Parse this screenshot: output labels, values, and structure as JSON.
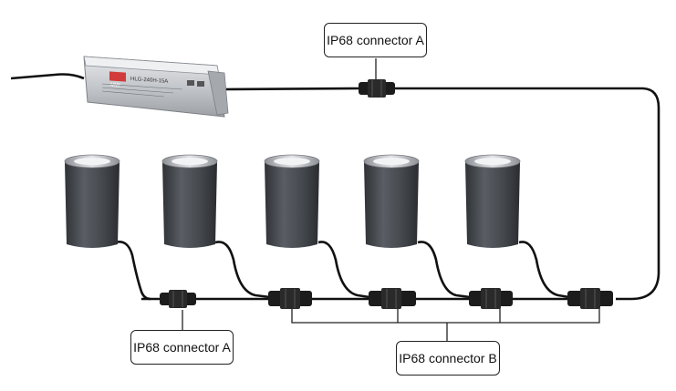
{
  "labels": {
    "connector_a_top": "IP68 connector A",
    "connector_a_bottom": "IP68 connector A",
    "connector_b": "IP68 connector B"
  },
  "driver": {
    "brand_badge": "MW",
    "model_text": "HLG-240H-15A",
    "colors": {
      "body": "#c9ccd0",
      "badge": "#d23b3b"
    }
  },
  "lights": {
    "count": 5,
    "colors": {
      "body": "#4a4e54",
      "rim": "#b9bcc0"
    }
  },
  "wire_color": "#111111"
}
